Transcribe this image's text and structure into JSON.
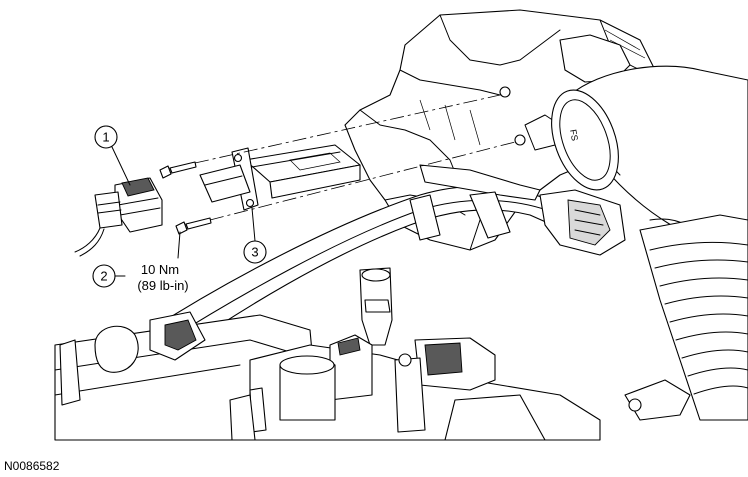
{
  "callouts": [
    {
      "number": "1"
    },
    {
      "number": "2"
    },
    {
      "number": "3"
    }
  ],
  "torque": {
    "metric": "10 Nm",
    "imperial": "(89 lb-in)"
  },
  "figure_id": "N0086582",
  "part_marking": "FS"
}
